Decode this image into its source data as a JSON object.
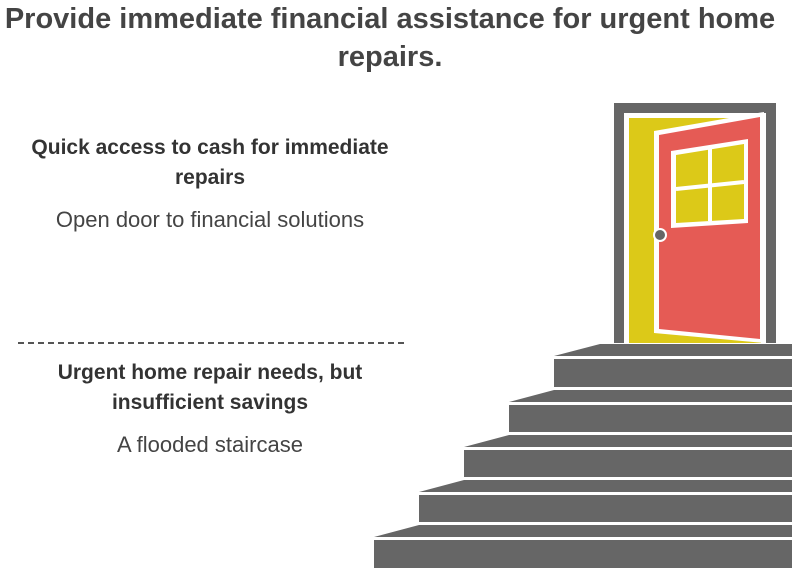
{
  "title": "Provide immediate financial assistance for urgent home repairs.",
  "top_block": {
    "heading": "Quick access to cash for immediate repairs",
    "description": "Open door to financial solutions"
  },
  "bottom_block": {
    "heading": "Urgent home repair needs, but insufficient savings",
    "description": "A flooded staircase"
  },
  "colors": {
    "frame": "#666666",
    "door_red": "#e55b55",
    "yellow": "#dcc918",
    "stairs": "#666666"
  }
}
